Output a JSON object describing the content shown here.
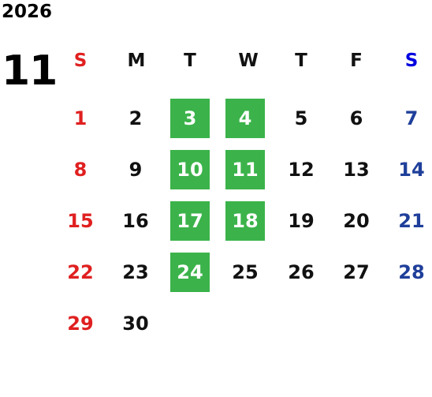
{
  "calendar": {
    "year": "2026",
    "month": "11",
    "weekdays": [
      "S",
      "M",
      "T",
      "W",
      "T",
      "F",
      "S"
    ],
    "days": [
      "1",
      "2",
      "3",
      "4",
      "5",
      "6",
      "7",
      "8",
      "9",
      "10",
      "11",
      "12",
      "13",
      "14",
      "15",
      "16",
      "17",
      "18",
      "19",
      "20",
      "21",
      "22",
      "23",
      "24",
      "25",
      "26",
      "27",
      "28",
      "29",
      "30"
    ],
    "highlighted_days": [
      "3",
      "4",
      "10",
      "11",
      "17",
      "18",
      "24"
    ],
    "colors": {
      "highlight": "#3bb34a",
      "sunday": "#e02020",
      "saturday": "#1f3f9a",
      "saturday_header": "#0000e0"
    }
  }
}
